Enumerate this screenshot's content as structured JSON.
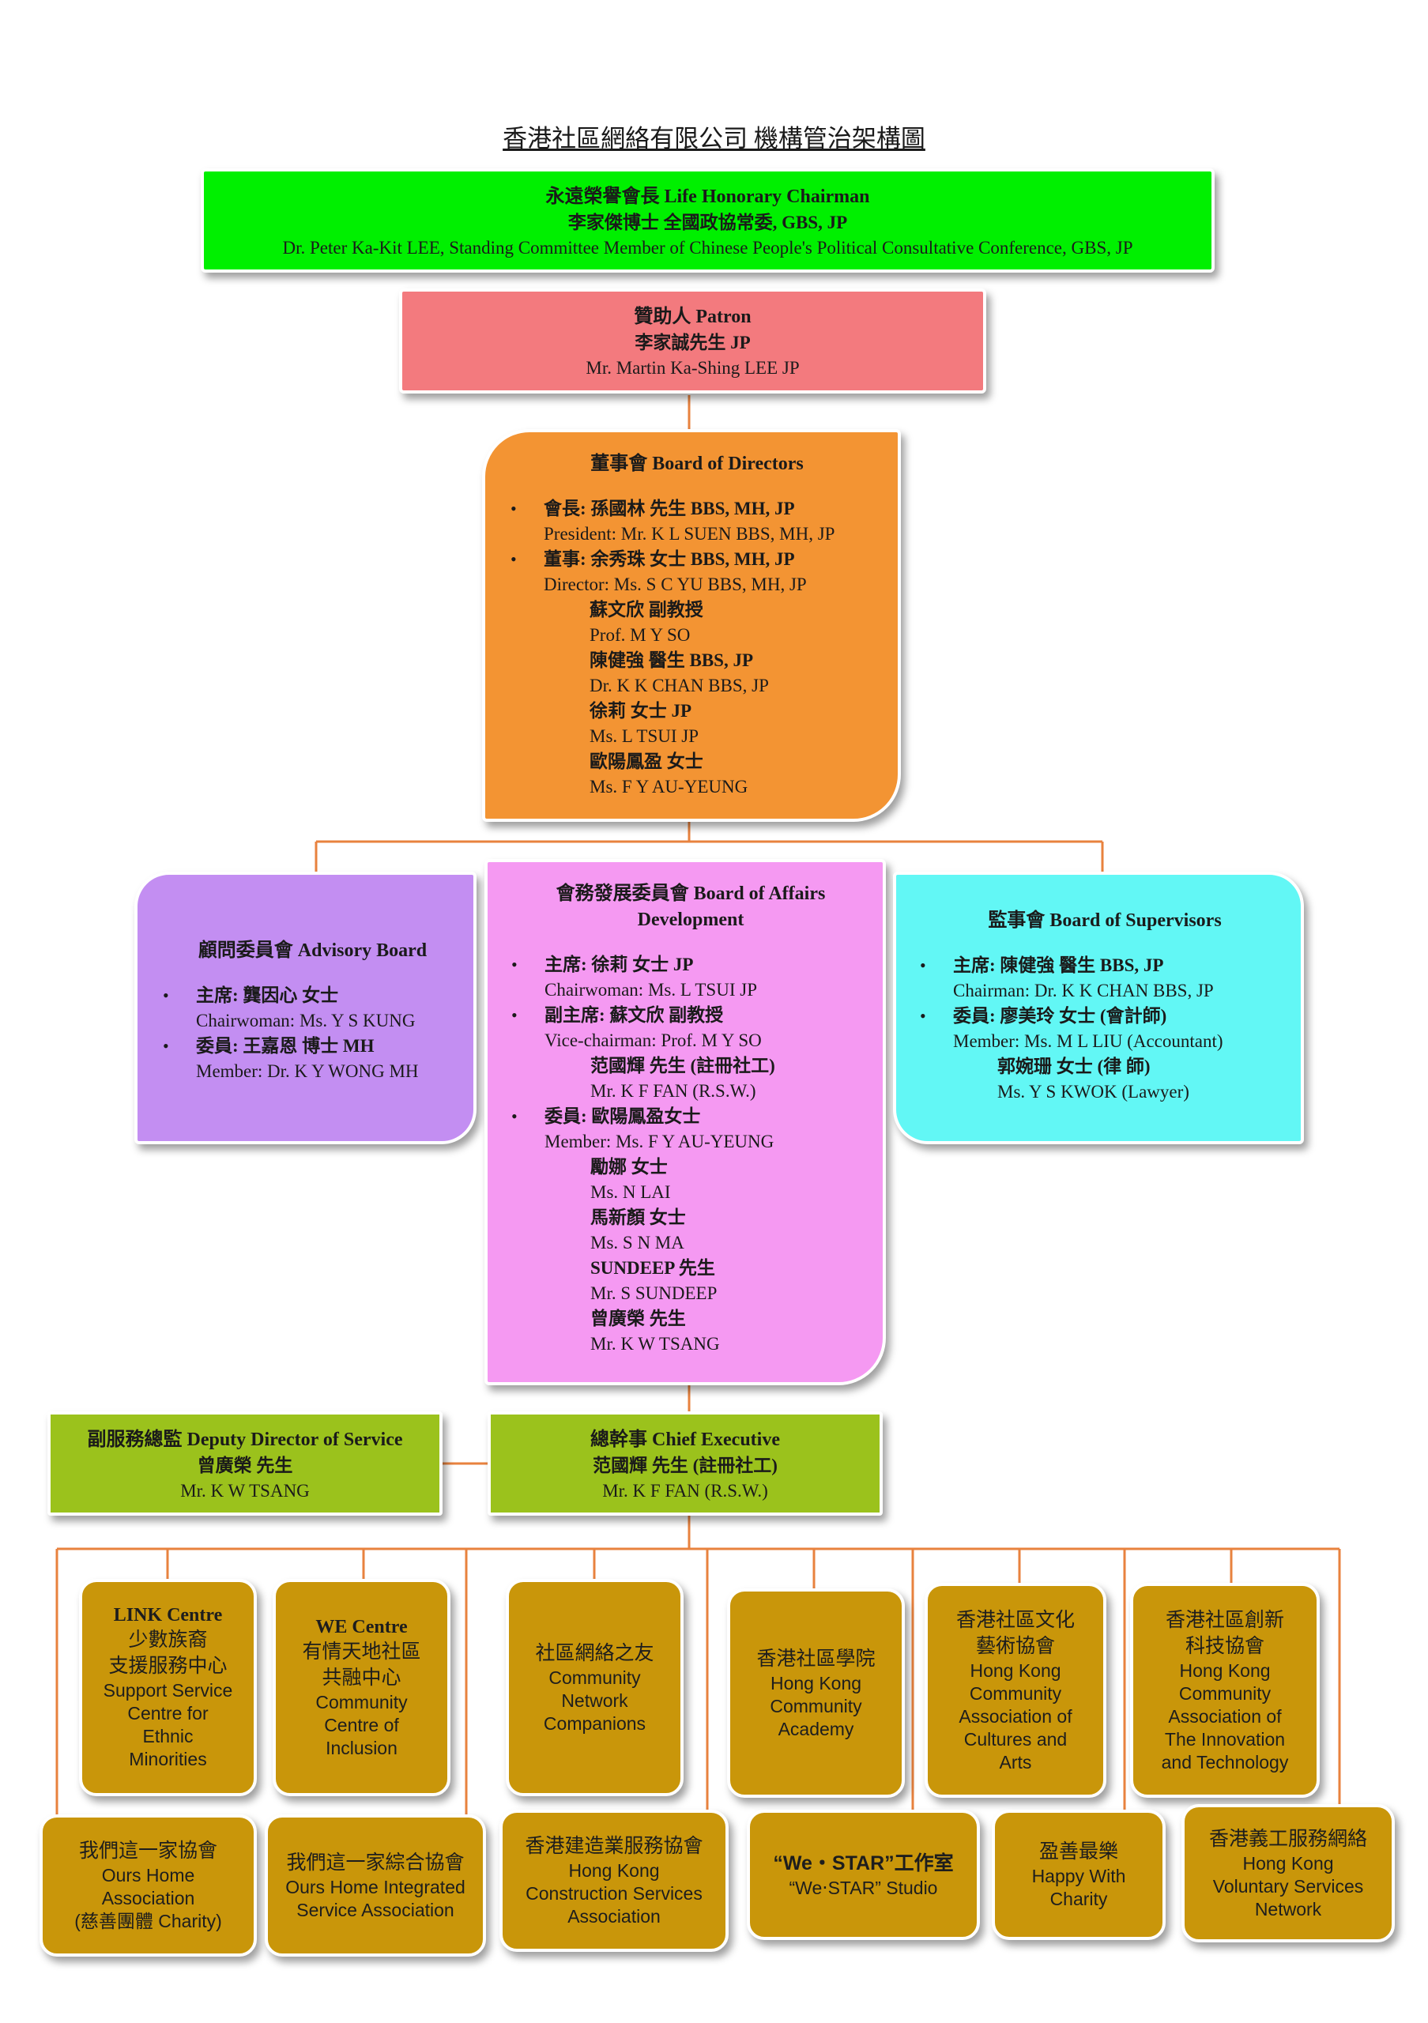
{
  "title": "香港社區網絡有限公司 機構管治架構圖",
  "honorary": {
    "line1": "永遠榮譽會長 Life Honorary Chairman",
    "line2": "李家傑博士 全國政協常委, GBS, JP",
    "line3": "Dr. Peter Ka-Kit LEE, Standing Committee Member of Chinese People's Political Consultative Conference, GBS, JP"
  },
  "patron": {
    "line1": "贊助人 Patron",
    "line2": "李家誠先生 JP",
    "line3": "Mr. Martin Ka-Shing LEE JP"
  },
  "board": {
    "title": "董事會 Board of Directors",
    "items": [
      {
        "zh": "會長: 孫國林 先生 BBS, MH, JP",
        "en": "President: Mr. K L SUEN BBS, MH, JP"
      },
      {
        "zh": "董事: 余秀珠 女士 BBS, MH, JP",
        "en": "Director: Ms. S C YU BBS, MH, JP"
      }
    ],
    "more": [
      {
        "zh": "蘇文欣 副教授",
        "en": "Prof. M Y SO"
      },
      {
        "zh": "陳健強 醫生 BBS, JP",
        "en": "Dr. K K CHAN BBS, JP"
      },
      {
        "zh": "徐莉 女士 JP",
        "en": "Ms. L TSUI JP"
      },
      {
        "zh": "歐陽鳳盈 女士",
        "en": "Ms. F Y AU-YEUNG"
      }
    ]
  },
  "advisory": {
    "title": "顧問委員會 Advisory Board",
    "items": [
      {
        "zh": "主席: 龔因心 女士",
        "en": "Chairwoman: Ms. Y S KUNG"
      },
      {
        "zh": "委員: 王嘉恩 博士 MH",
        "en": "Member: Dr. K Y WONG MH"
      }
    ]
  },
  "affairs": {
    "title1": "會務發展委員會 Board of Affairs",
    "title2": "Development",
    "chair": {
      "zh": "主席: 徐莉 女士 JP",
      "en": "Chairwoman: Ms. L TSUI JP"
    },
    "vice": {
      "zh": "副主席: 蘇文欣 副教授",
      "en": "Vice-chairman: Prof. M Y SO"
    },
    "vice_more": [
      {
        "zh": "范國輝 先生 (註冊社工)",
        "en": "Mr. K F FAN (R.S.W.)"
      }
    ],
    "member": {
      "zh": "委員: 歐陽鳳盈女士",
      "en": "Member: Ms. F Y AU-YEUNG"
    },
    "member_more": [
      {
        "zh": "勵娜 女士",
        "en": "Ms. N LAI"
      },
      {
        "zh": "馬新顏 女士",
        "en": "Ms. S N MA"
      },
      {
        "zh": "SUNDEEP 先生",
        "en": "Mr. S SUNDEEP"
      },
      {
        "zh": "曾廣榮 先生",
        "en": "Mr. K W TSANG"
      }
    ]
  },
  "supervisors": {
    "title": "監事會 Board of Supervisors",
    "chair": {
      "zh": "主席: 陳健強 醫生 BBS, JP",
      "en": "Chairman: Dr. K K CHAN BBS, JP"
    },
    "member": {
      "zh": "委員: 廖美玲 女士 (會計師)",
      "en": "Member: Ms. M L LIU (Accountant)"
    },
    "member_more": [
      {
        "zh": "郭婉珊 女士 (律 師)",
        "en": "Ms. Y S KWOK (Lawyer)"
      }
    ]
  },
  "deputy": {
    "line1": "副服務總監 Deputy Director of Service",
    "line2": "曾廣榮 先生",
    "line3": "Mr. K W TSANG"
  },
  "ceo": {
    "line1": "總幹事 Chief Executive",
    "line2": "范國輝 先生 (註冊社工)",
    "line3": "Mr. K F FAN (R.S.W.)"
  },
  "units_top": [
    {
      "lines": [
        "LINK Centre",
        "少數族裔",
        "支援服務中心",
        "Support Service",
        "Centre for",
        "Ethnic",
        "Minorities"
      ]
    },
    {
      "lines": [
        "WE Centre",
        "有情天地社區",
        "共融中心",
        "Community",
        "Centre of",
        "Inclusion"
      ]
    },
    {
      "lines": [
        "社區網絡之友",
        "Community",
        "Network",
        "Companions"
      ]
    },
    {
      "lines": [
        "香港社區學院",
        "Hong Kong",
        "Community",
        "Academy"
      ]
    },
    {
      "lines": [
        "香港社區文化",
        "藝術協會",
        "Hong Kong",
        "Community",
        "Association of",
        "Cultures and",
        "Arts"
      ]
    },
    {
      "lines": [
        "香港社區創新",
        "科技協會",
        "Hong Kong",
        "Community",
        "Association of",
        "The Innovation",
        "and Technology"
      ]
    }
  ],
  "units_bottom": [
    {
      "lines": [
        "我們這一家協會",
        "Ours Home",
        "Association",
        "(慈善團體 Charity)"
      ]
    },
    {
      "lines": [
        "我們這一家綜合協會",
        "Ours Home Integrated",
        "Service Association"
      ]
    },
    {
      "lines": [
        "香港建造業服務協會",
        "Hong Kong",
        "Construction Services",
        "Association"
      ]
    },
    {
      "lines": [
        "“We・STAR”工作室",
        "“We‧STAR” Studio"
      ]
    },
    {
      "lines": [
        "盈善最樂",
        "Happy With",
        "Charity"
      ]
    },
    {
      "lines": [
        "香港義工服務網絡",
        "Hong Kong",
        "Voluntary Services",
        "Network"
      ]
    }
  ],
  "colors": {
    "honorary": "#00f000",
    "patron": "#f37a7e",
    "board": "#f39433",
    "advisory": "#c38ef2",
    "affairs": "#f599f2",
    "supervisors": "#62f7f5",
    "management": "#9bc21c",
    "units": "#c9960a",
    "connector": "#e8823e"
  }
}
